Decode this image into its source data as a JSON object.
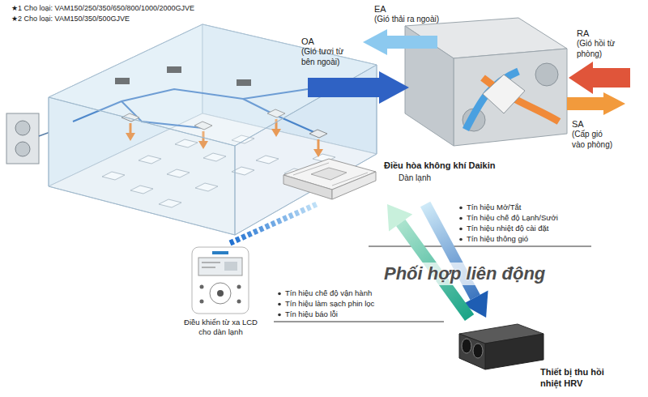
{
  "diagram": {
    "nodes": [
      {
        "text": [
          "Điều hòa không khí Daikin",
          "Dàn lạnh"
        ]
      },
      {
        "text": [
          "Điều khiển từ xa LCD cho dàn lạnh"
        ]
      },
      {
        "text": [
          "Thiết bị thu hồi nhiệt HRV"
        ]
      }
    ],
    "edges": [
      {
        "from": 0,
        "to": 2,
        "arrow": "to"
      },
      {
        "from": 2,
        "to": 0,
        "arrow": "to"
      },
      {
        "from": 1,
        "to": 0,
        "arrow": "none"
      }
    ],
    "labels": [
      "★1 Cho loại: VAM150/250/350/650/800/1000/2000GJVE",
      "★2 Cho loại: VAM150/350/500GJVE",
      "EA",
      "(Gió thải ra ngoài)",
      "OA",
      "(Gió tươi từ bên ngoài)",
      "RA",
      "(Gió hồi từ phòng)",
      "SA",
      "(Cấp gió vào phòng)",
      "Tín hiệu Mở/Tắt",
      "Tín hiệu chế độ Lạnh/Sưởi",
      "Tín hiệu nhiệt độ cài đặt",
      "Tín hiệu thông gió",
      "Phối hợp liên động",
      "Tín hiệu chế độ vận hành",
      "Tín hiệu làm sạch phin lọc",
      "Tín hiệu báo lỗi"
    ]
  }
}
